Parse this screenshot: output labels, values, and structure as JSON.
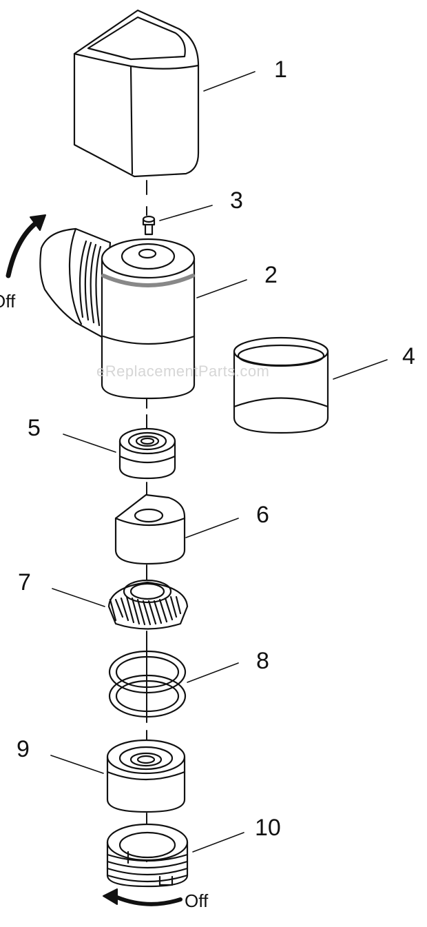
{
  "diagram": {
    "watermark": "eReplacementParts.com",
    "parts": [
      {
        "id": "1"
      },
      {
        "id": "2"
      },
      {
        "id": "3"
      },
      {
        "id": "4"
      },
      {
        "id": "5"
      },
      {
        "id": "6"
      },
      {
        "id": "7"
      },
      {
        "id": "8"
      },
      {
        "id": "9"
      },
      {
        "id": "10"
      }
    ],
    "direction_labels": {
      "upper": "Off",
      "lower": "Off"
    },
    "colors": {
      "line": "#111111",
      "band": "#888888",
      "fill": "#ffffff"
    }
  }
}
